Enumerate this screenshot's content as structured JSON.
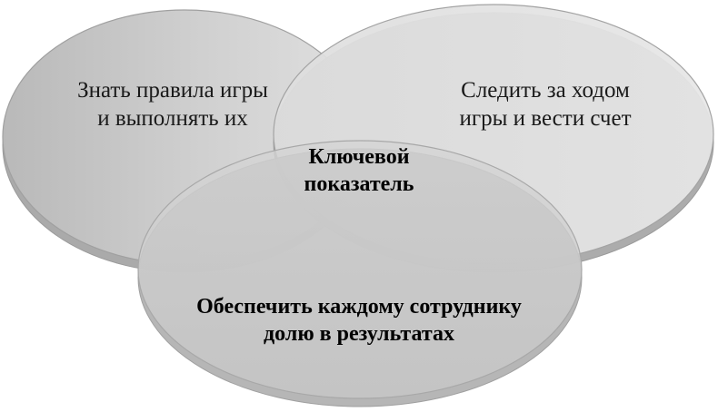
{
  "diagram": {
    "type": "venn",
    "style": "3d-grey-discs",
    "colors": {
      "disc_left_fill": "#c9c9c9",
      "disc_right_fill": "#e2e2e2",
      "disc_bottom_fill": "#cdcdcd",
      "disc_edge": "#a9a9a9",
      "disc_outline": "#9a9a9a",
      "text": "#1a1a1a"
    },
    "circles": [
      {
        "id": "left",
        "lines": [
          "Знать правила игры",
          "и выполнять их"
        ]
      },
      {
        "id": "right",
        "lines": [
          "Следить за ходом",
          "игры и вести счет"
        ]
      },
      {
        "id": "bottom",
        "lines": [
          "Обеспечить каждому сотруднику",
          "долю в результатах"
        ]
      }
    ],
    "center": {
      "lines": [
        "Ключевой",
        "показатель"
      ]
    }
  }
}
